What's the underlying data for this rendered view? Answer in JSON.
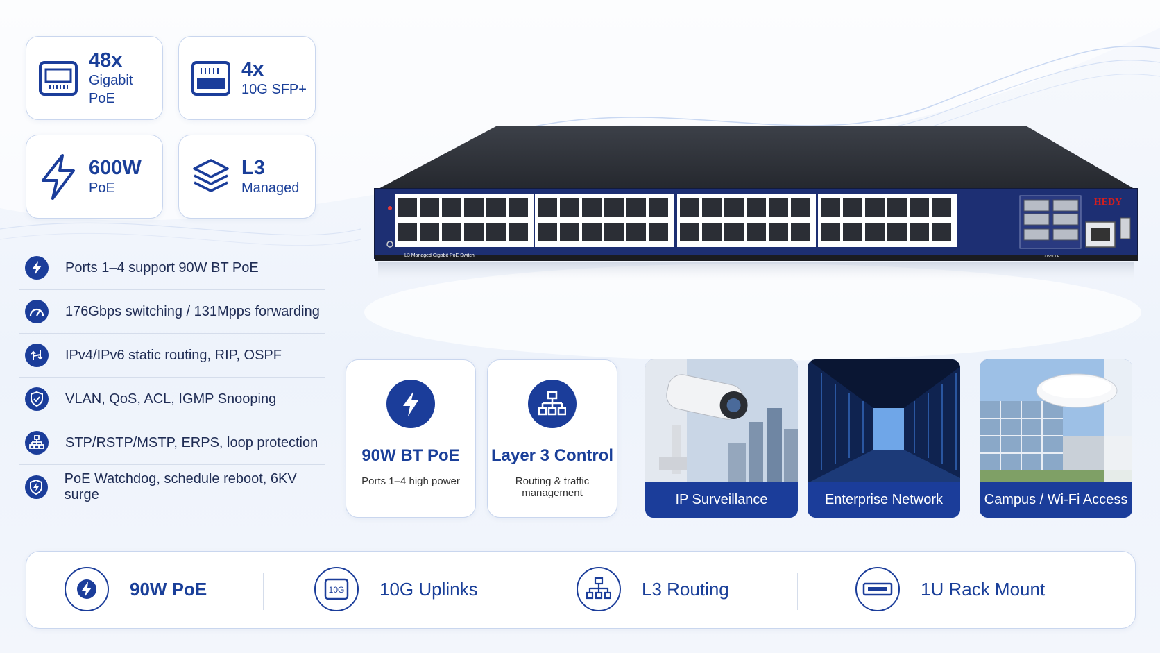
{
  "spec_cards": [
    {
      "big": "48x",
      "small": "Gigabit PoE",
      "icon": "ethernet-port-icon"
    },
    {
      "big": "4x",
      "small": "10G SFP+",
      "icon": "sfp-port-icon"
    },
    {
      "big": "600W",
      "small": "PoE",
      "icon": "lightning-icon"
    },
    {
      "big": "L3",
      "small": "Managed",
      "icon": "layers-icon"
    }
  ],
  "features": [
    {
      "label": "Ports 1–4 support 90W BT PoE",
      "icon": "lightning-icon"
    },
    {
      "label": "176Gbps switching / 131Mpps forwarding",
      "icon": "speedometer-icon"
    },
    {
      "label": "IPv4/IPv6 static routing, RIP, OSPF",
      "icon": "routing-arrows-icon"
    },
    {
      "label": "VLAN, QoS, ACL, IGMP Snooping",
      "icon": "shield-check-icon"
    },
    {
      "label": "STP/RSTP/MSTP, ERPS, loop protection",
      "icon": "network-tree-icon"
    },
    {
      "label": "PoE Watchdog, schedule reboot, 6KV surge",
      "icon": "shield-bolt-icon"
    }
  ],
  "highlights": [
    {
      "title": "90W BT PoE",
      "subtitle": "Ports 1–4 high power",
      "icon": "lightning-icon"
    },
    {
      "title": "Layer 3 Control",
      "subtitle": "Routing & traffic management",
      "icon": "network-tree-icon"
    }
  ],
  "applications": [
    {
      "caption": "IP Surveillance",
      "image": "security-camera-photo"
    },
    {
      "caption": "Enterprise Network",
      "image": "data-center-photo"
    },
    {
      "caption": "Campus / Wi-Fi Access",
      "image": "campus-access-point-photo"
    }
  ],
  "device": {
    "brand": "HEDY",
    "model_label": "L3 Managed Gigabit PoE Switch",
    "console_label": "CONSOLE"
  },
  "bottom_bar": [
    {
      "label": "90W PoE",
      "icon": "lightning-icon"
    },
    {
      "label": "10G Uplinks",
      "icon": "10g-module-icon",
      "icon_text": "10G"
    },
    {
      "label": "L3 Routing",
      "icon": "network-tree-icon"
    },
    {
      "label": "1U Rack Mount",
      "icon": "rack-unit-icon"
    }
  ],
  "colors": {
    "accent": "#1b3d9a",
    "text_blue": "#1a3f99",
    "border": "#c9d6ee"
  }
}
